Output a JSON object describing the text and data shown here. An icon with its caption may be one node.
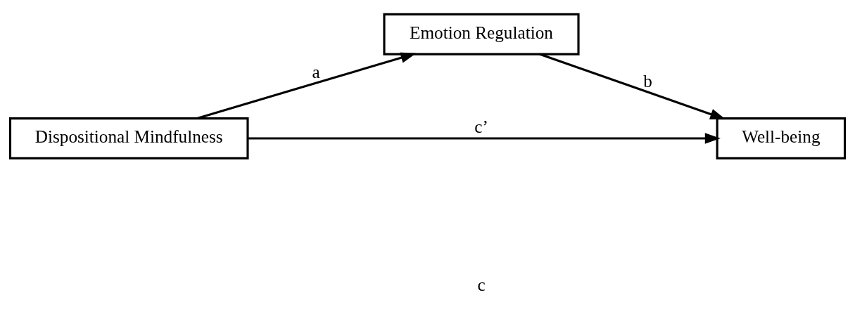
{
  "diagram": {
    "nodes": [
      {
        "text": [
          "Emotion Regulation"
        ]
      },
      {
        "text": [
          "Dispositional Mindfulness"
        ]
      },
      {
        "text": [
          "Well-being"
        ]
      }
    ],
    "edges": [
      {
        "from": 1,
        "to": 0,
        "arrow": "to",
        "label": "a"
      },
      {
        "from": 0,
        "to": 2,
        "arrow": "to",
        "label": "b"
      },
      {
        "from": 1,
        "to": 2,
        "arrow": "to",
        "label": "c’"
      }
    ],
    "labels": [
      "c"
    ]
  }
}
